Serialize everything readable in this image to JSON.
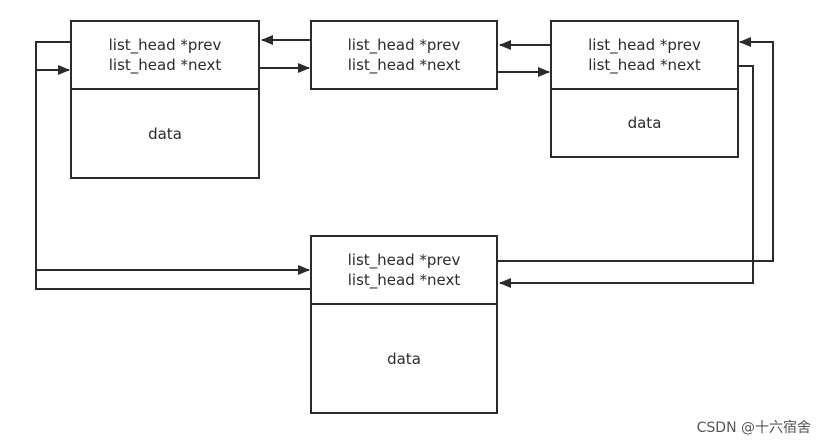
{
  "nodes": [
    {
      "prev_label": "list_head *prev",
      "next_label": "list_head *next",
      "data_label": "data"
    },
    {
      "prev_label": "list_head *prev",
      "next_label": "list_head *next"
    },
    {
      "prev_label": "list_head *prev",
      "next_label": "list_head *next",
      "data_label": "data"
    },
    {
      "prev_label": "list_head *prev",
      "next_label": "list_head *next",
      "data_label": "data"
    }
  ],
  "watermark": "CSDN @十六宿舍",
  "colors": {
    "line": "#2b2b2b",
    "background": "#ffffff"
  }
}
